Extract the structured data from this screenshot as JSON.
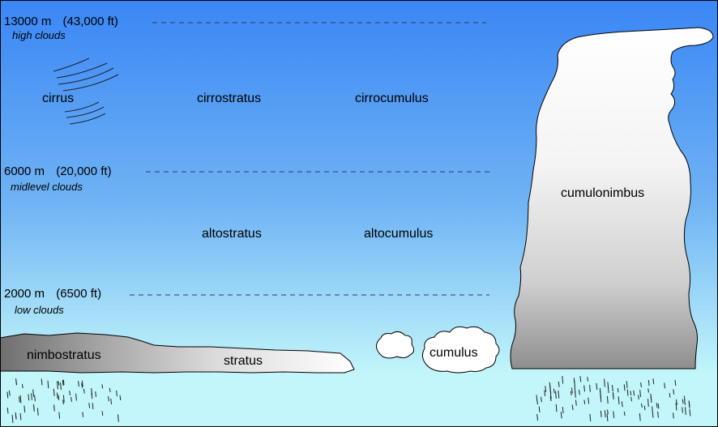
{
  "title": "",
  "altitudes": [
    {
      "meters": "13000 m",
      "feet": "(43,000 ft)",
      "zone": "high clouds"
    },
    {
      "meters": "6000 m",
      "feet": "(20,000 ft)",
      "zone": "midlevel clouds"
    },
    {
      "meters": "2000 m",
      "feet": "(6500 ft)",
      "zone": "low clouds"
    }
  ],
  "clouds": {
    "high": [
      "cirrus",
      "cirrostratus",
      "cirrocumulus"
    ],
    "mid": [
      "altostratus",
      "altocumulus"
    ],
    "low": [
      "nimbostratus",
      "stratus",
      "cumulus"
    ],
    "vertical": "cumulonimbus"
  },
  "colors": {
    "sky_top": "#3a86f5",
    "sky_bottom": "#bff8fb",
    "ground": "#bff8fb",
    "cloud_light": "#ffffff",
    "cloud_dark": "#8a8a8a",
    "line": "#000000"
  }
}
